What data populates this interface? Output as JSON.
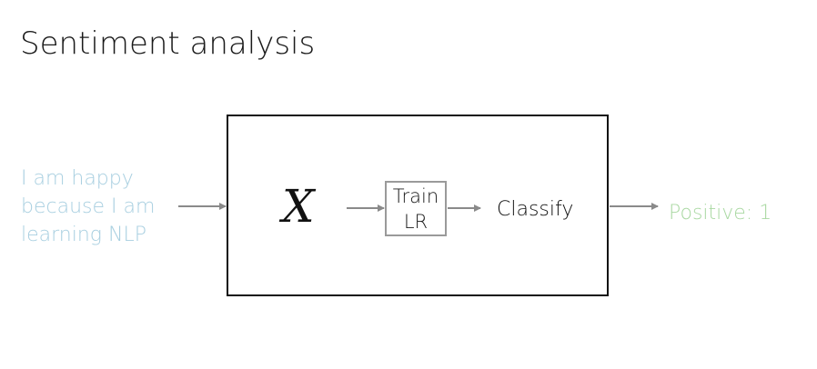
{
  "title": "Sentiment analysis",
  "input": {
    "lines": [
      "I am happy",
      "because I am",
      "learning NLP"
    ]
  },
  "box": {
    "feature_symbol": "X",
    "train_lines": [
      "Train",
      "LR"
    ],
    "classify_label": "Classify"
  },
  "output": {
    "label": "Positive: 1"
  },
  "colors": {
    "input_text": "#a8cfe0",
    "output_text": "#a9d8a2",
    "arrow": "#8a8a8a",
    "box_border": "#111111",
    "train_border": "#9a9a9a"
  }
}
